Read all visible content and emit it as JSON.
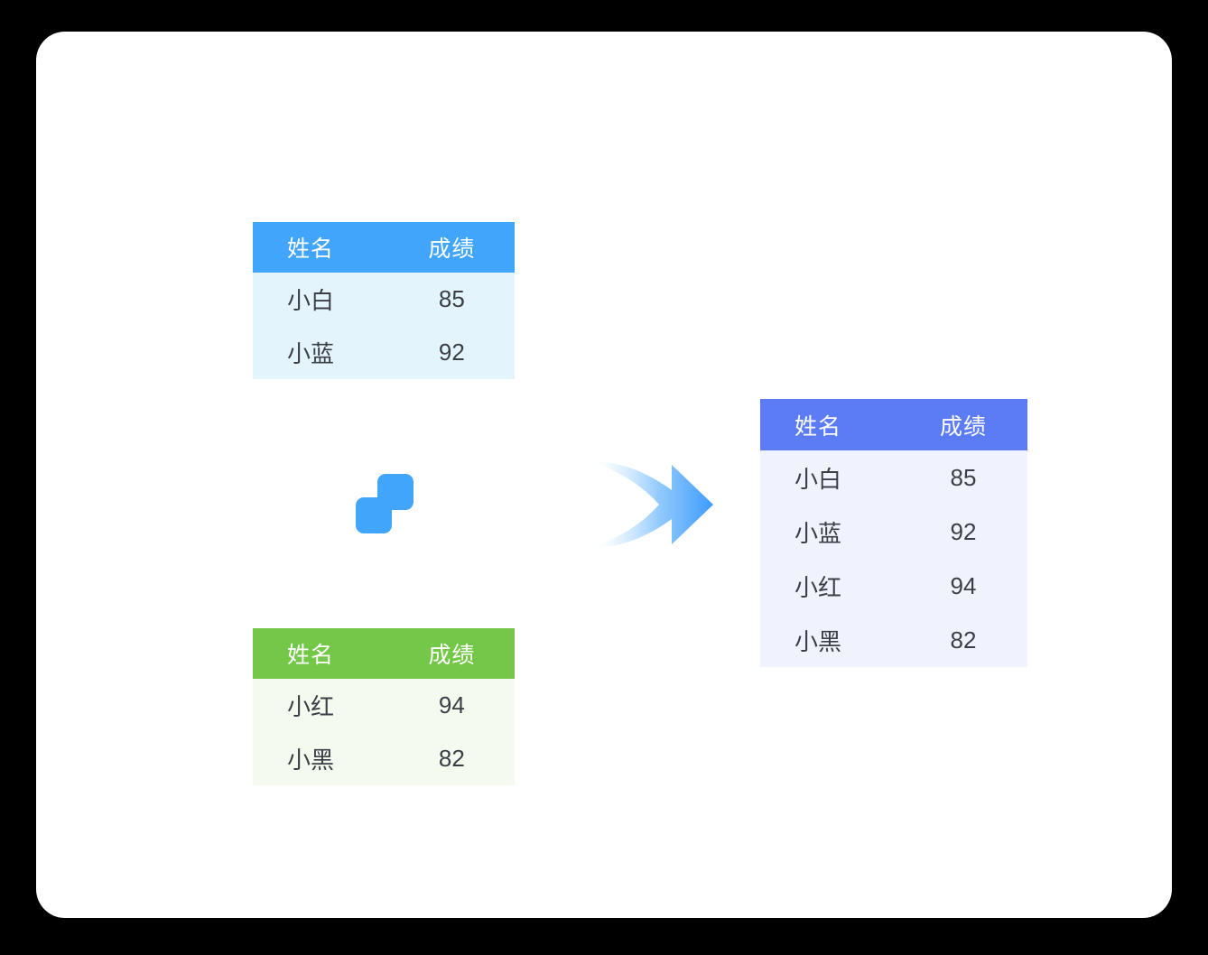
{
  "diagram": {
    "title_semantics": "table-merge-illustration",
    "background_color": "#000000",
    "card_color": "#ffffff",
    "merge_icon_name": "merge-tables-icon",
    "merge_icon_color": "#41a5fc",
    "arrow_name": "flow-arrow-right-icon",
    "arrow_color_start": "#ffffff",
    "arrow_color_end": "#3d9bfb"
  },
  "columns": {
    "name": "姓名",
    "score": "成绩"
  },
  "tables": {
    "source_a": {
      "name": "source-table-a",
      "header_color": "#41a5fc",
      "body_color": "#e4f4fd",
      "headers": [
        "姓名",
        "成绩"
      ],
      "rows": [
        {
          "name": "小白",
          "score": "85"
        },
        {
          "name": "小蓝",
          "score": "92"
        }
      ]
    },
    "source_b": {
      "name": "source-table-b",
      "header_color": "#74c847",
      "body_color": "#f5faef",
      "headers": [
        "姓名",
        "成绩"
      ],
      "rows": [
        {
          "name": "小红",
          "score": "94"
        },
        {
          "name": "小黑",
          "score": "82"
        }
      ]
    },
    "result": {
      "name": "result-table",
      "header_color": "#5b7cf5",
      "body_color": "#f0f3fd",
      "headers": [
        "姓名",
        "成绩"
      ],
      "rows": [
        {
          "name": "小白",
          "score": "85"
        },
        {
          "name": "小蓝",
          "score": "92"
        },
        {
          "name": "小红",
          "score": "94"
        },
        {
          "name": "小黑",
          "score": "82"
        }
      ]
    }
  }
}
